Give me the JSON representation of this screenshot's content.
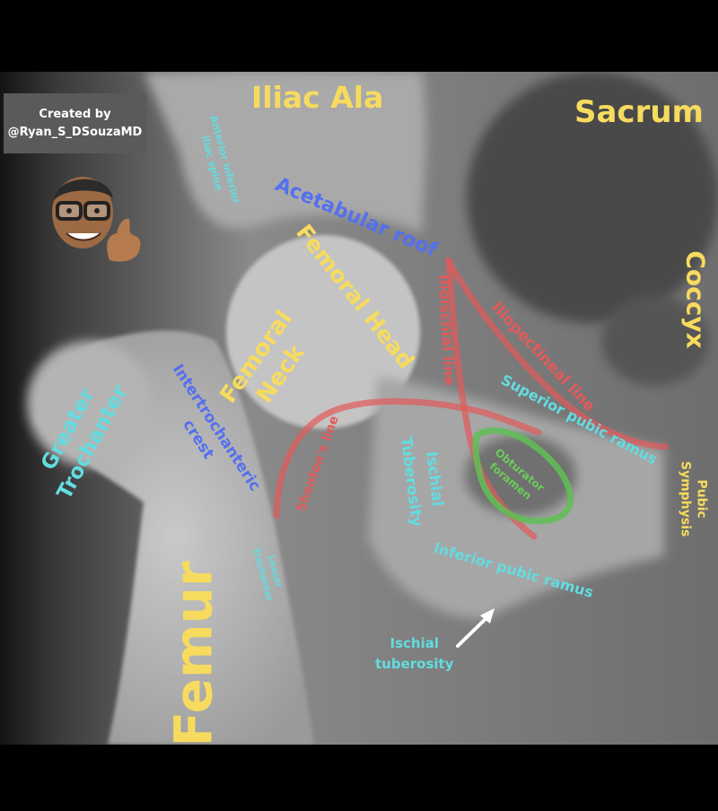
{
  "credit": {
    "line1": "Created by",
    "line2": "@Ryan_S_DSouzaMD"
  },
  "colors": {
    "yellow": "#F7DB5E",
    "cyan": "#63DCE0",
    "blue": "#5570EE",
    "red": "#E35A5A",
    "green": "#6BCB5B"
  },
  "labels": {
    "iliac_ala": "Iliac Ala",
    "sacrum": "Sacrum",
    "coccyx": "Coccyx",
    "anterior_inferior_iliac_spine": [
      "Anterior inferior",
      "iliac spine"
    ],
    "acetabular_roof": "Acetabular roof",
    "femoral_head": "Femoral Head",
    "femoral_neck": [
      "Femoral",
      "Neck"
    ],
    "greater_trochanter": [
      "Greater",
      "Trochanter"
    ],
    "intertrochanteric_crest": [
      "Intertrochanteric",
      "crest"
    ],
    "ilioischial_line": "Ilioischial line",
    "iliopectineal_line": "Iliopectineal line",
    "superior_pubic_ramus": "Superior pubic ramus",
    "pubic_symphysis": [
      "Pubic",
      "Symphysis"
    ],
    "obturator_foramen": [
      "Obturator",
      "foramen"
    ],
    "shentons_line": "Shenton's line",
    "ischial_tuberosity_rotated": [
      "Ischial",
      "Tuberosity"
    ],
    "lesser_trochanter": [
      "Lesser",
      "Trochanter"
    ],
    "inferior_pubic_ramus": "Inferior pubic ramus",
    "ischial_tuberosity": [
      "Ischial",
      "tuberosity"
    ],
    "femur": "Femur"
  }
}
